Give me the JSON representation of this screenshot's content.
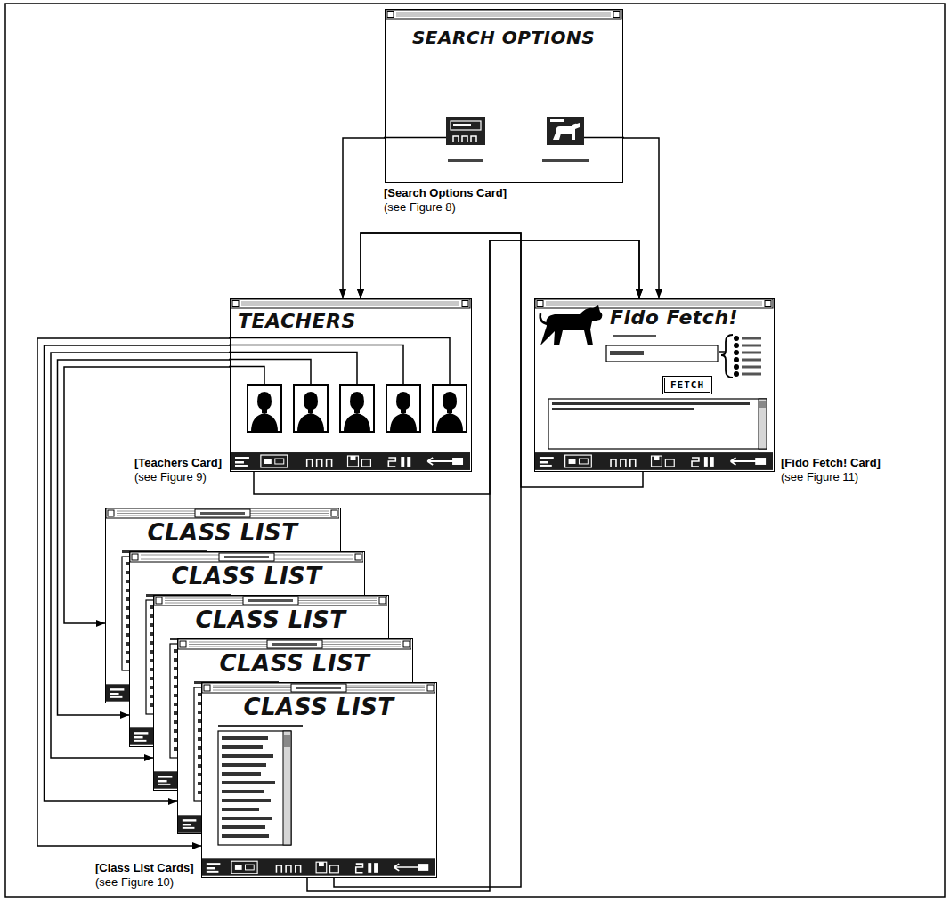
{
  "diagram": {
    "nodes": [
      {
        "text": [
          "SEARCH OPTIONS",
          "[Search Options Card] (see Figure 8)"
        ]
      },
      {
        "text": [
          "TEACHERS",
          "[Teachers Card] (see Figure 9)"
        ]
      },
      {
        "text": [
          "Fido Fetch!",
          "[Fido Fetch! Card] (see Figure 11)"
        ]
      },
      {
        "text": [
          "FETCH"
        ],
        "in": 2
      },
      {
        "text": [
          "CLASS LIST"
        ]
      },
      {
        "text": [
          "CLASS LIST"
        ]
      },
      {
        "text": [
          "CLASS LIST"
        ]
      },
      {
        "text": [
          "CLASS LIST"
        ]
      },
      {
        "text": [
          "CLASS LIST",
          "[Class List Cards] (see Figure 10)"
        ]
      }
    ],
    "edges": [
      {
        "from": 0,
        "to": 1,
        "arrow": "to"
      },
      {
        "from": 0,
        "to": 2,
        "arrow": "to"
      },
      {
        "from": 2,
        "to": 1,
        "arrow": "to"
      },
      {
        "from": 1,
        "to": 2,
        "arrow": "to"
      },
      {
        "from": 8,
        "to": 1,
        "arrow": "to"
      },
      {
        "from": 8,
        "to": 2,
        "arrow": "to"
      },
      {
        "from": 1,
        "to": 4,
        "arrow": "to"
      },
      {
        "from": 1,
        "to": 5,
        "arrow": "to"
      },
      {
        "from": 1,
        "to": 6,
        "arrow": "to"
      },
      {
        "from": 1,
        "to": 7,
        "arrow": "to"
      },
      {
        "from": 1,
        "to": 8,
        "arrow": "to"
      }
    ]
  }
}
